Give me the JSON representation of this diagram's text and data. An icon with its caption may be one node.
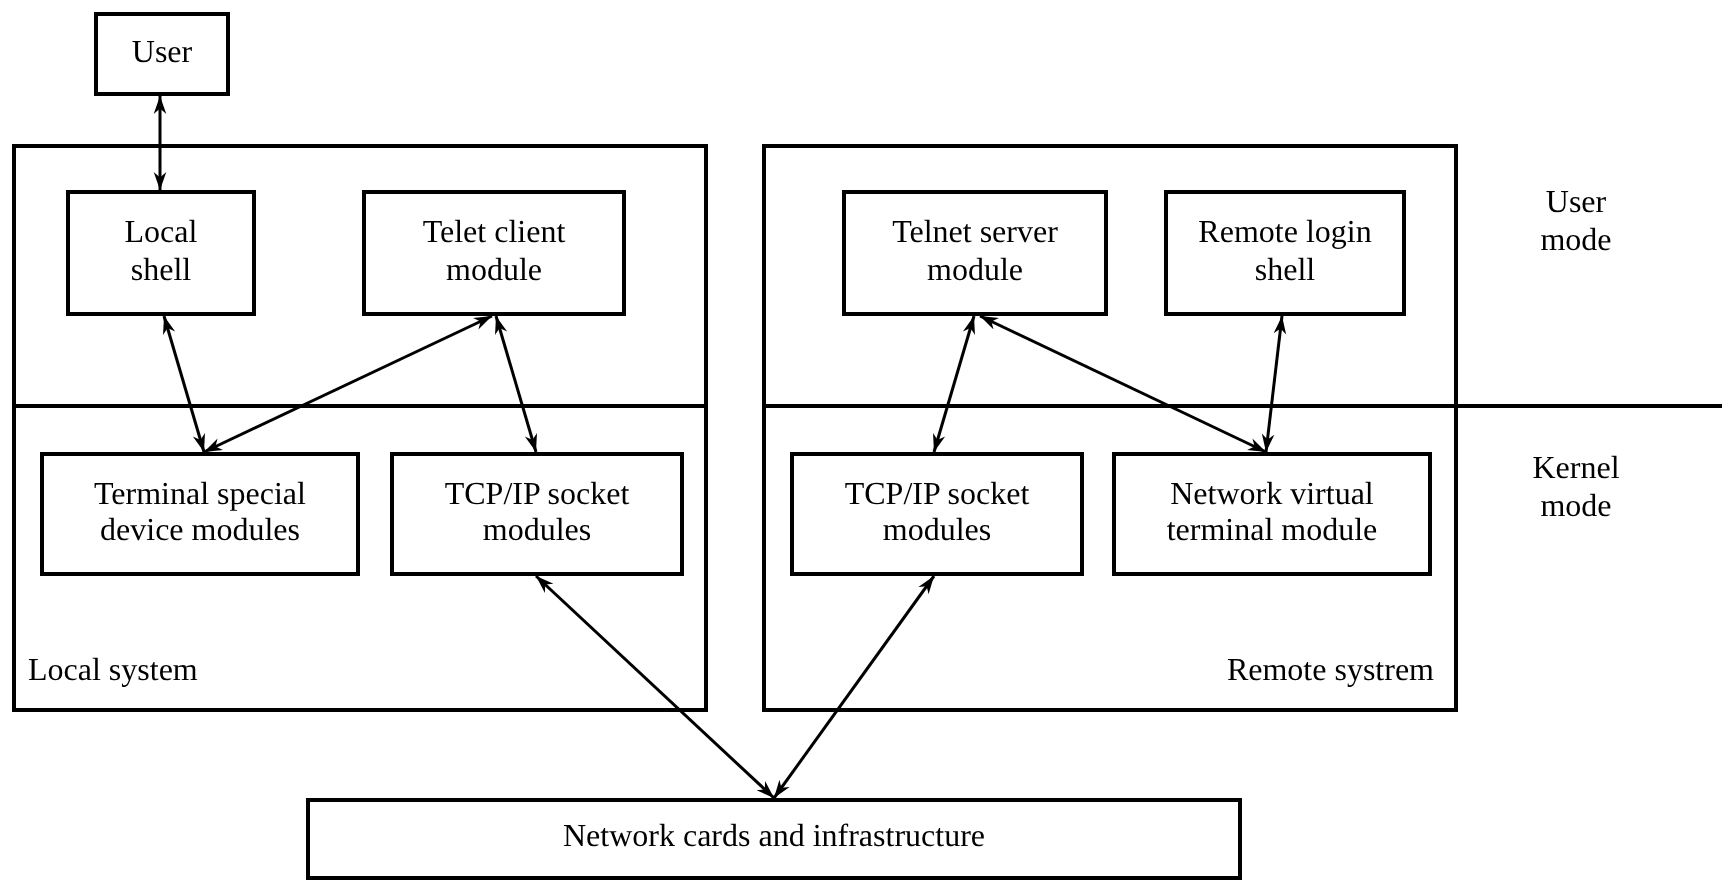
{
  "diagram": {
    "nodes": [
      {
        "text": [
          "User"
        ]
      },
      {
        "text": [
          "Local system"
        ]
      },
      {
        "text": [
          "Local shell"
        ],
        "in": 1
      },
      {
        "text": [
          "Telet client module"
        ],
        "in": 1
      },
      {
        "text": [
          "Terminal special device modules"
        ],
        "in": 1
      },
      {
        "text": [
          "TCP/IP socket modules"
        ],
        "in": 1
      },
      {
        "text": [
          "Remote systrem"
        ]
      },
      {
        "text": [
          "Telnet server module"
        ],
        "in": 6
      },
      {
        "text": [
          "Remote login shell"
        ],
        "in": 6
      },
      {
        "text": [
          "TCP/IP socket modules"
        ],
        "in": 6
      },
      {
        "text": [
          "Network virtual terminal module"
        ],
        "in": 6
      },
      {
        "text": [
          "Network cards and infrastructure"
        ]
      }
    ],
    "edges": [
      {
        "from": 0,
        "to": 2,
        "arrow": "both"
      },
      {
        "from": 2,
        "to": 4,
        "arrow": "both"
      },
      {
        "from": 3,
        "to": 4,
        "arrow": "both"
      },
      {
        "from": 3,
        "to": 5,
        "arrow": "both"
      },
      {
        "from": 5,
        "to": 11,
        "arrow": "both"
      },
      {
        "from": 7,
        "to": 9,
        "arrow": "both"
      },
      {
        "from": 7,
        "to": 10,
        "arrow": "both"
      },
      {
        "from": 8,
        "to": 10,
        "arrow": "both"
      },
      {
        "from": 9,
        "to": 11,
        "arrow": "both"
      }
    ],
    "labels": [
      "User mode",
      "Kernel mode"
    ]
  }
}
